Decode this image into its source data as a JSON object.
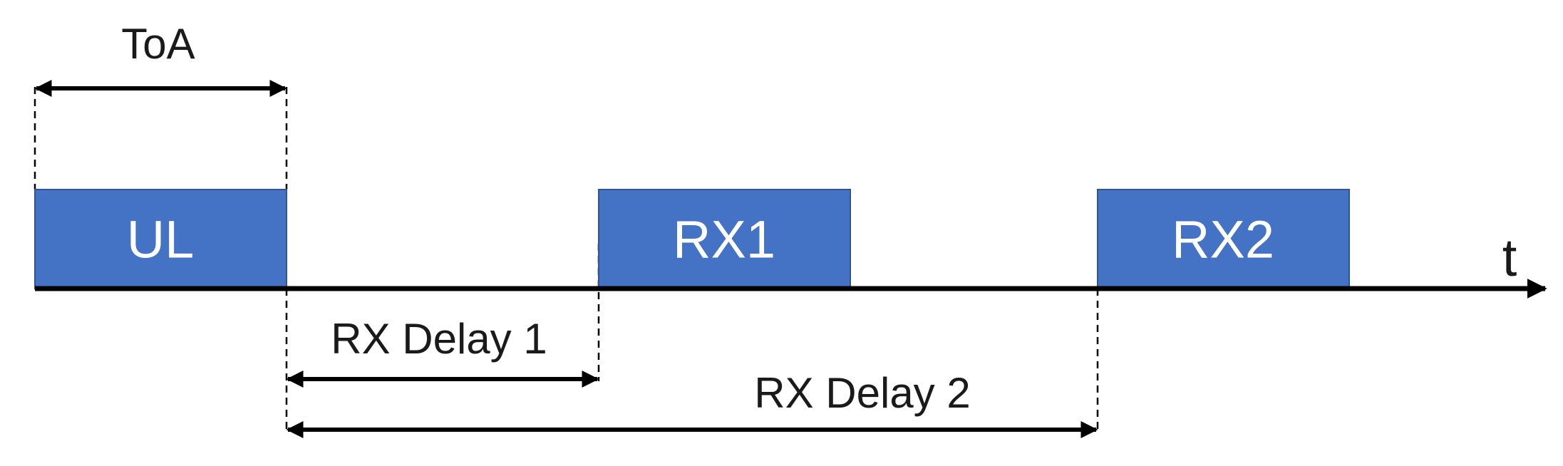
{
  "colors": {
    "block_fill": "#4472c4",
    "block_stroke": "#2f5597",
    "block_text": "#ffffff",
    "line": "#000000",
    "text": "#1a1a1a"
  },
  "axis": {
    "label": "t"
  },
  "blocks": {
    "ul": {
      "label": "UL"
    },
    "rx1": {
      "label": "RX1"
    },
    "rx2": {
      "label": "RX2"
    }
  },
  "dimensions": {
    "toa": {
      "label": "ToA"
    },
    "rx_delay_1": {
      "label": "RX Delay 1"
    },
    "rx_delay_2": {
      "label": "RX Delay 2"
    }
  }
}
